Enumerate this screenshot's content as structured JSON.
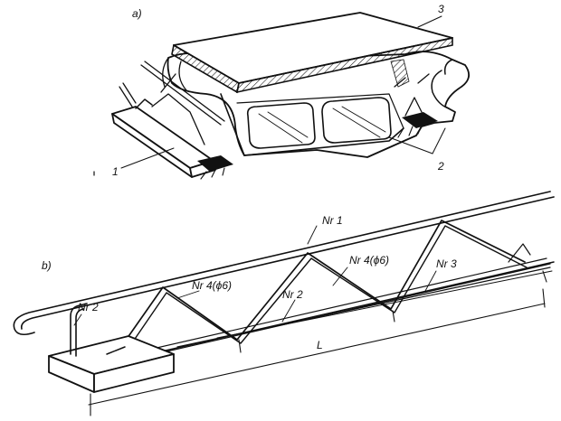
{
  "figure": {
    "panel_a": {
      "caption": "a)",
      "labels": {
        "item1": "1",
        "item2": "2",
        "item3": "3"
      }
    },
    "panel_b": {
      "caption": "b)",
      "labels": {
        "nr1": "Nr 1",
        "nr2_left": "Nr 2",
        "nr2_mid": "Nr 2",
        "nr3": "Nr 3",
        "nr4_left": "Nr 4(ϕ6)",
        "nr4_right": "Nr 4(ϕ6)",
        "length": "L"
      }
    },
    "colors": {
      "ink": "#111111",
      "background": "#ffffff"
    }
  }
}
